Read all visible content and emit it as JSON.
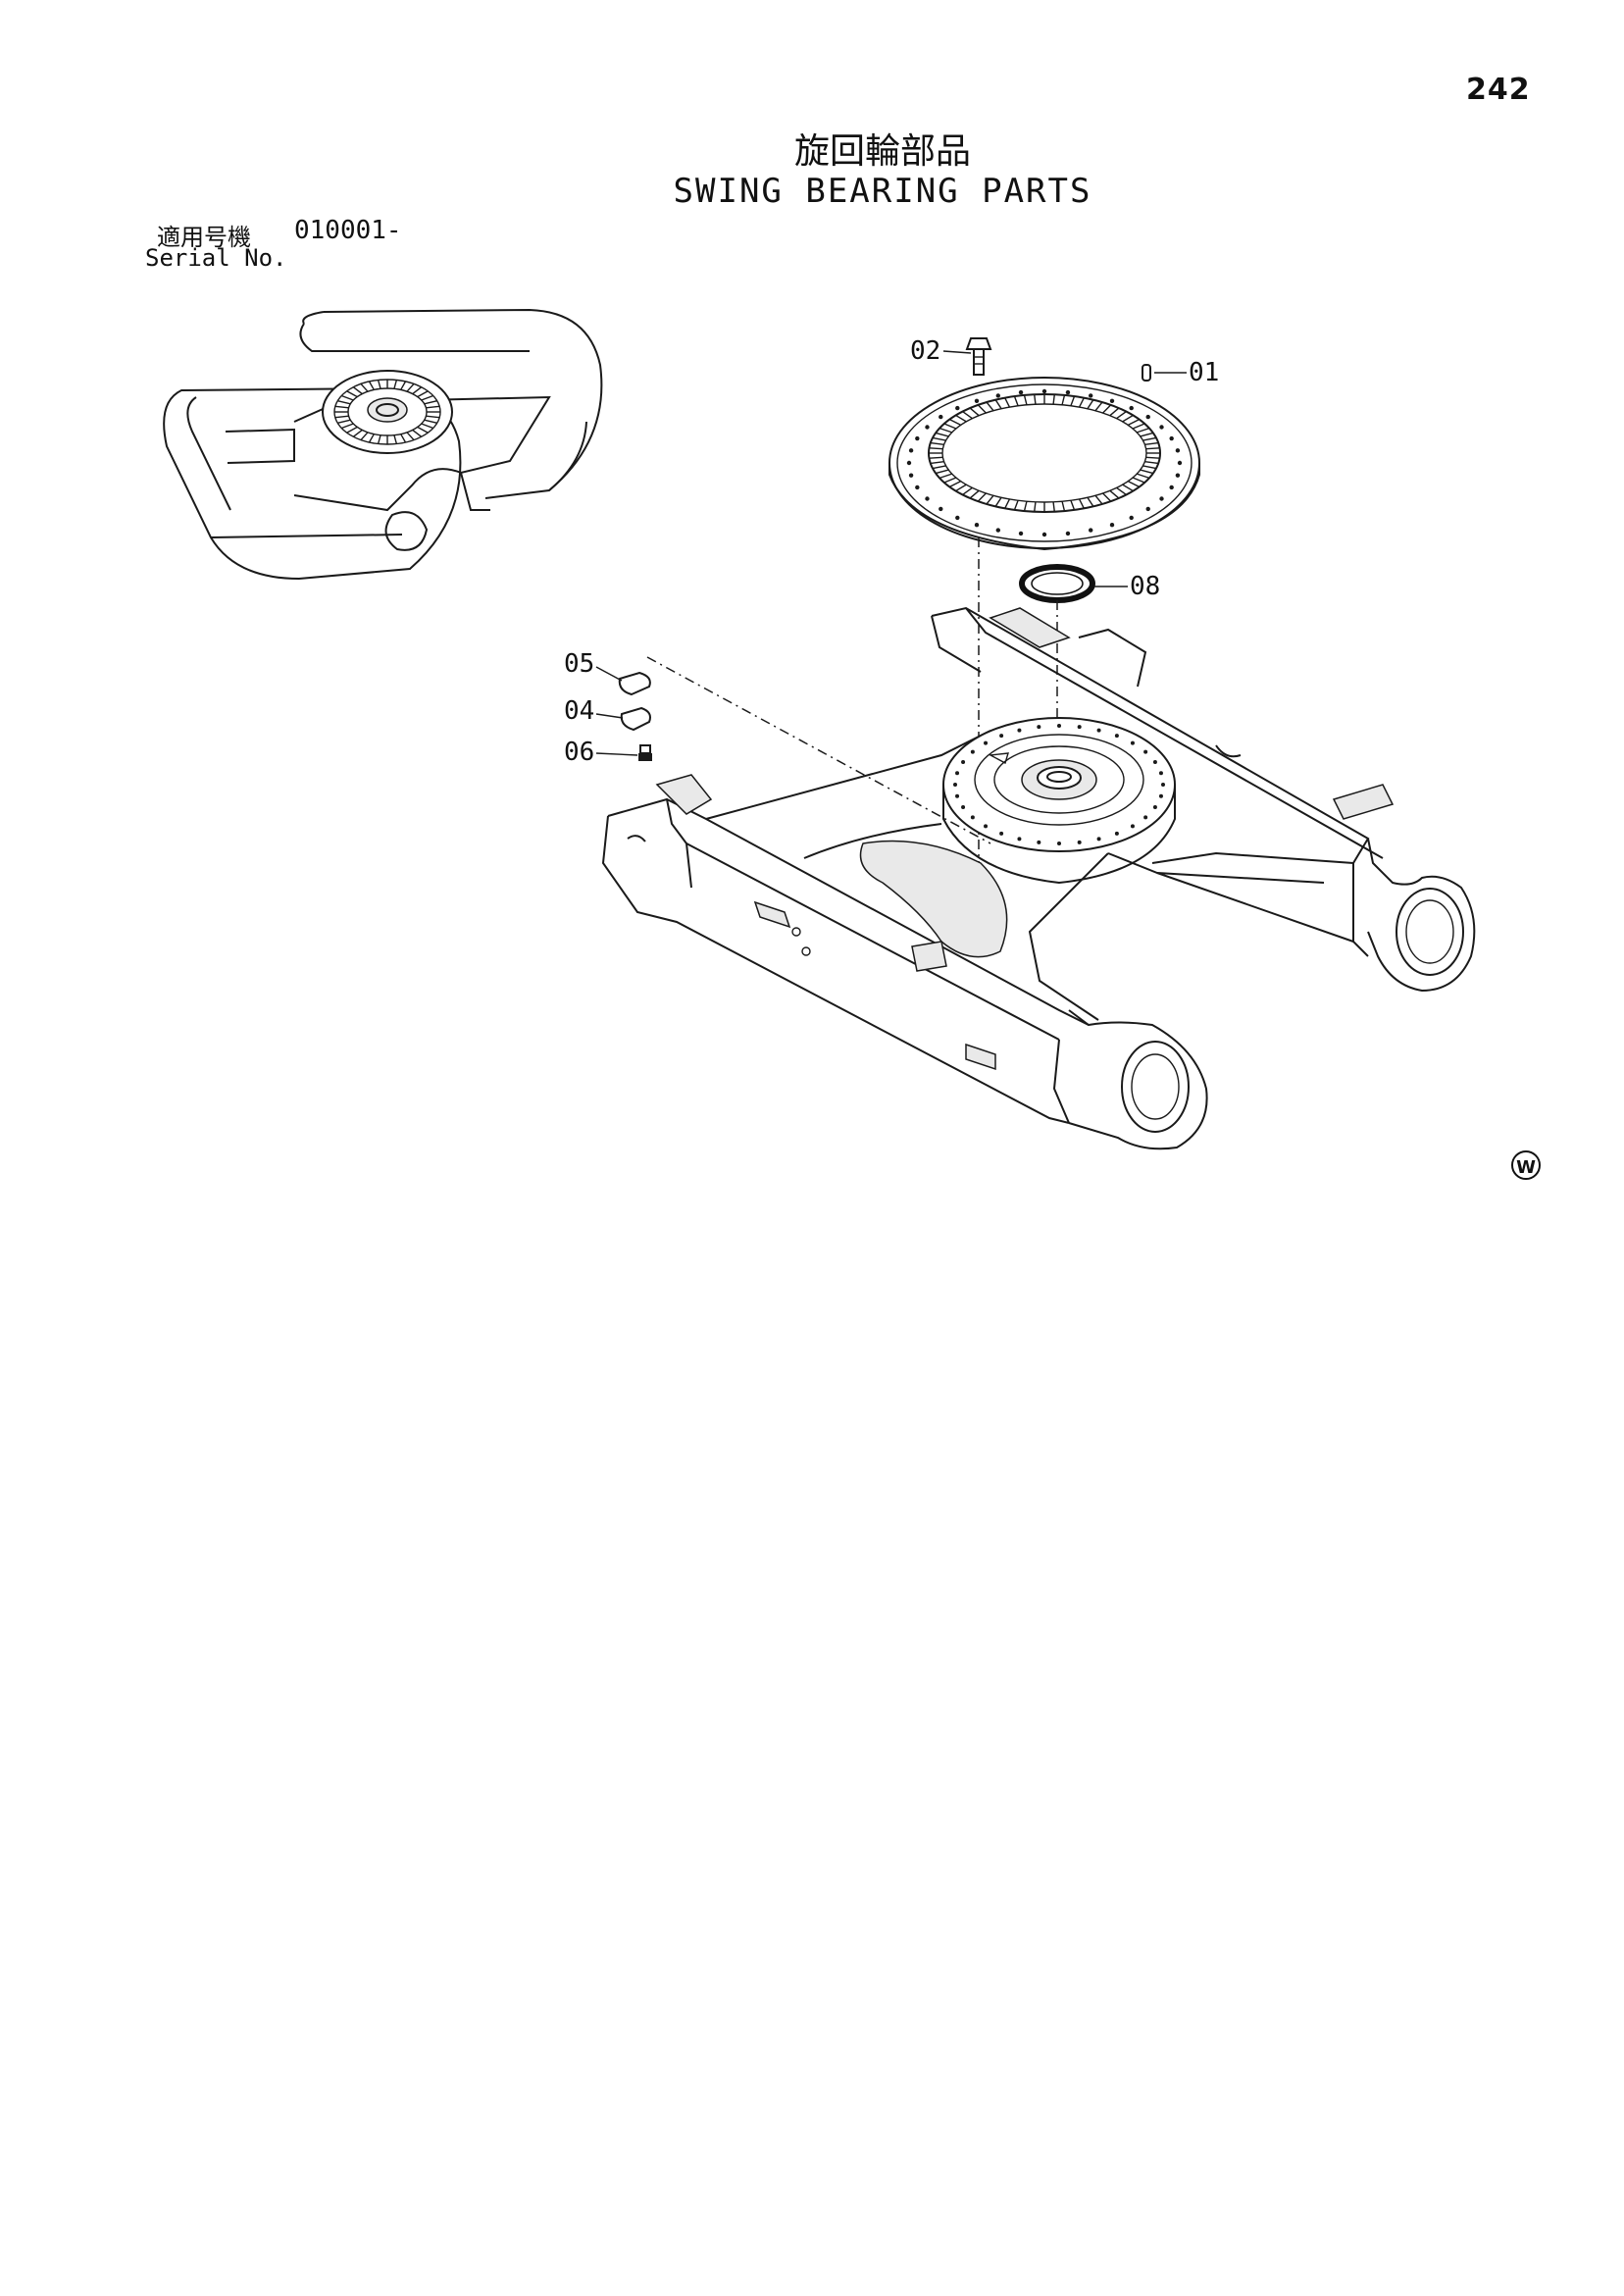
{
  "page": {
    "number": "242",
    "title_jp": "旋回輪部品",
    "title_en": "SWING BEARING PARTS"
  },
  "serial": {
    "label_jp": "適用号機",
    "value": "010001-",
    "label_en": "Serial No."
  },
  "callouts": {
    "c01": "01",
    "c02": "02",
    "c04": "04",
    "c05": "05",
    "c06": "06",
    "c08": "08"
  },
  "marks": {
    "corner_mark": "W"
  }
}
